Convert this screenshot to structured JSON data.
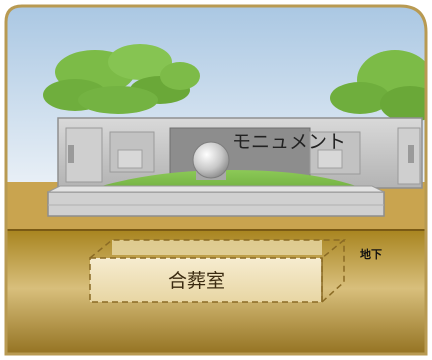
{
  "labels": {
    "monument": "モニュメント",
    "underground": "地下",
    "vault": "合葬室"
  },
  "colors": {
    "sky_top": "#aac8e4",
    "sky_bottom": "#e8f0f7",
    "ground": "#c9a658",
    "ground_light": "#e2c98a",
    "soil": "#9a7520",
    "tree": "#7fbf4a",
    "lawn": "#7ec24a",
    "wall": "#c8c8c8",
    "vault_border": "#8a6a24",
    "frame_border": "#b89a52"
  }
}
